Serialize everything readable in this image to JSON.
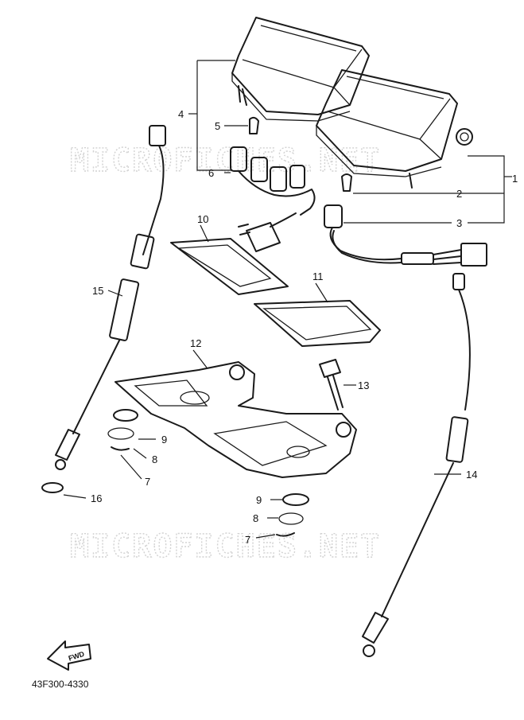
{
  "watermark": "MICROFICHES.NET",
  "diagram_code": "43F300-4330",
  "fwd_label": "FWD",
  "callouts": [
    "1",
    "2",
    "3",
    "4",
    "5",
    "6",
    "7",
    "7",
    "8",
    "8",
    "9",
    "9",
    "10",
    "11",
    "12",
    "13",
    "14",
    "15",
    "16"
  ]
}
